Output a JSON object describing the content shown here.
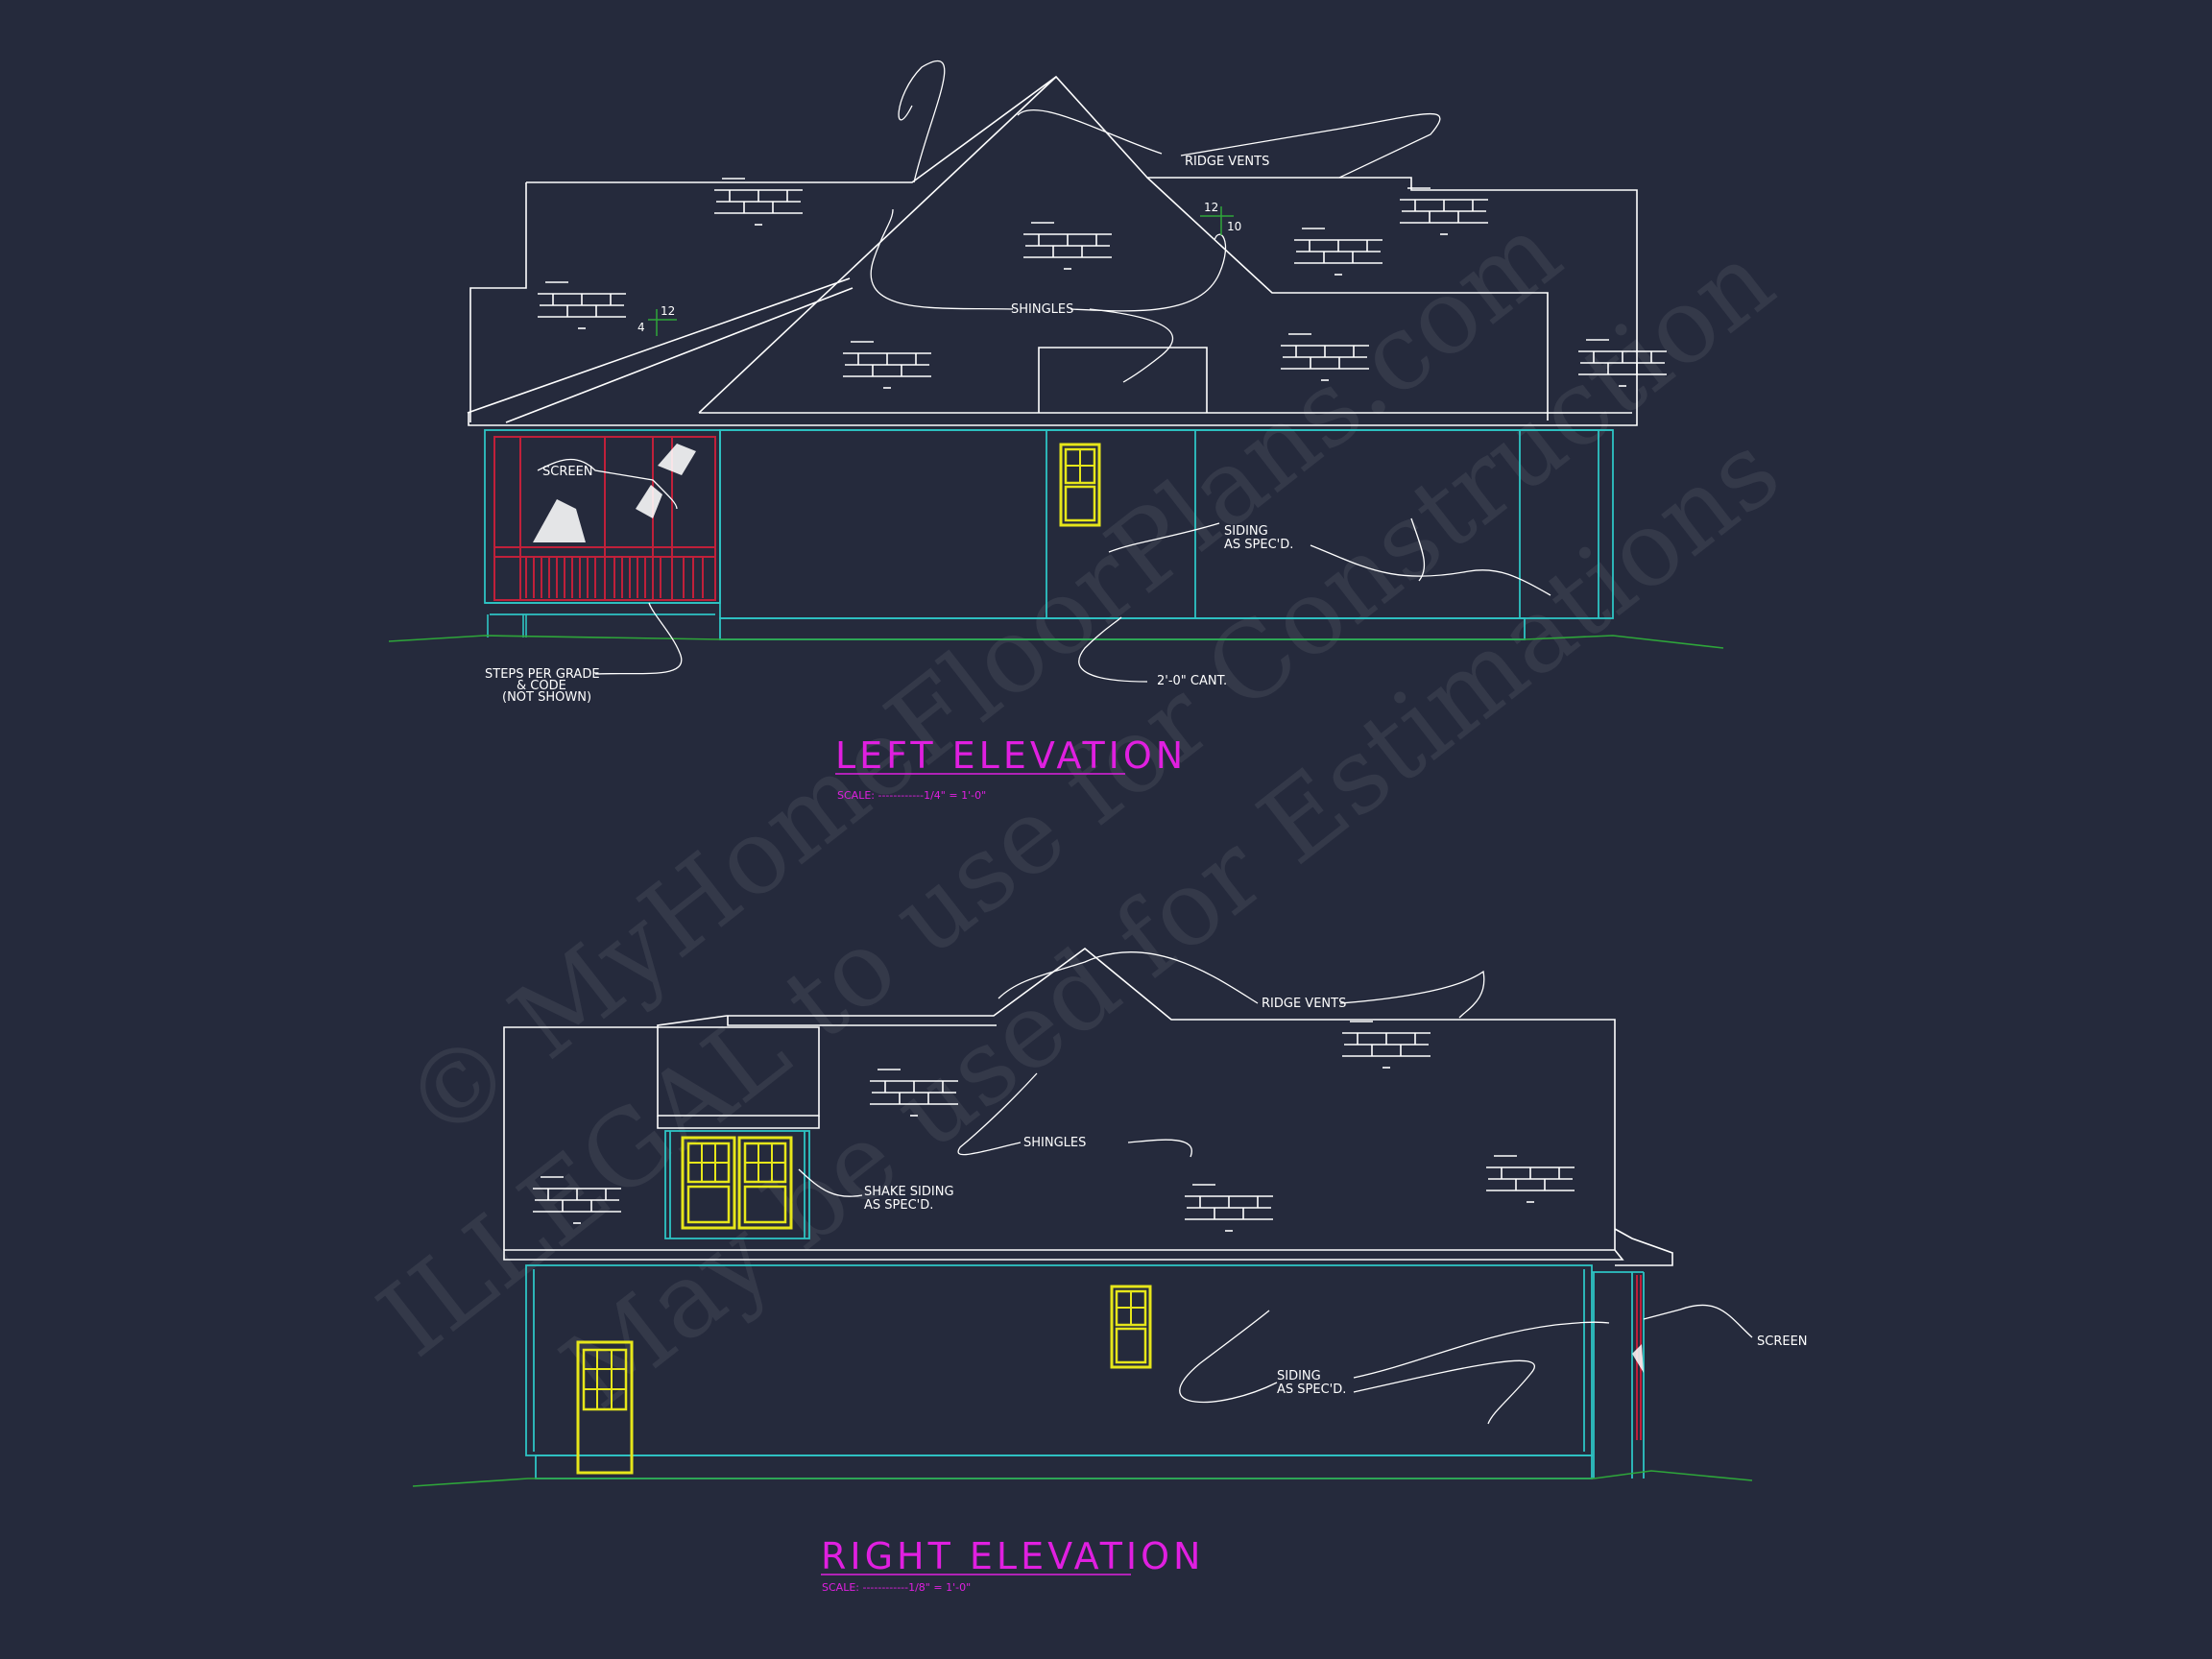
{
  "drawing": {
    "left_elevation": {
      "title": "LEFT ELEVATION",
      "scale_label": "SCALE: ------------1/4\" = 1'-0\"",
      "notes": {
        "ridge_vents": "RIDGE VENTS",
        "shingles": "SHINGLES",
        "screen": "SCREEN",
        "siding_1": "SIDING",
        "siding_2": "AS SPEC'D.",
        "steps_1": "STEPS PER GRADE",
        "steps_2": "& CODE",
        "steps_3": "(NOT SHOWN)",
        "cant": "2'-0\" CANT."
      },
      "pitches": [
        {
          "rise": "12",
          "run": "4"
        },
        {
          "rise": "12",
          "run": "10"
        }
      ]
    },
    "right_elevation": {
      "title": "RIGHT ELEVATION",
      "scale_label": "SCALE: ------------1/8\" = 1'-0\"",
      "notes": {
        "ridge_vents": "RIDGE VENTS",
        "shingles": "SHINGLES",
        "shake_1": "SHAKE SIDING",
        "shake_2": "AS SPEC'D.",
        "siding_1": "SIDING",
        "siding_2": "AS SPEC'D.",
        "screen": "SCREEN"
      }
    },
    "watermark": {
      "line1": "© MyHomeFloorPlans.com",
      "line2": "ILLEGAL to use for Construction",
      "line3": "May be used for Estimations"
    },
    "colors": {
      "background": "#252a3c",
      "outline": "#ffffff",
      "walls": "#2ec4c4",
      "windows": "#e6e61a",
      "porch": "#c0203a",
      "grade": "#2ea63a",
      "title": "#e01fe0"
    }
  }
}
